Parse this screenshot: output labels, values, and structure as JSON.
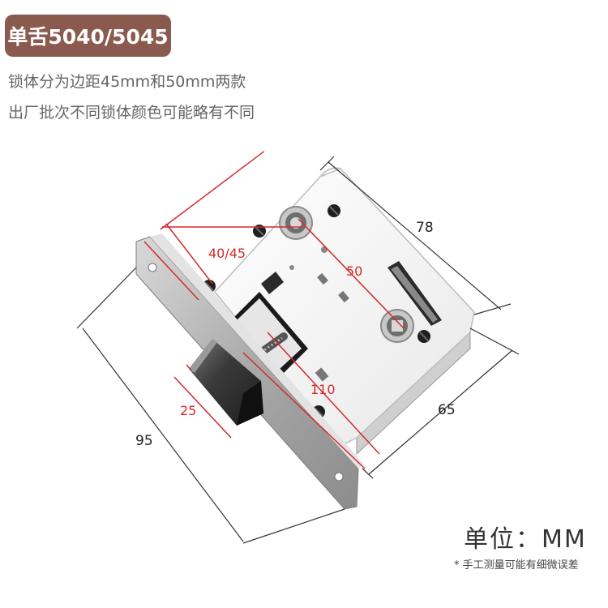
{
  "header": {
    "title": "单舌5040/5045"
  },
  "notes": {
    "line1": "锁体分为边距45mm和50mm两款",
    "line2": "出厂批次不同锁体颜色可能略有不同"
  },
  "dimensions": {
    "backset": "40/45",
    "center_distance": "50",
    "body_width": "78",
    "body_height": "65",
    "faceplate_length": "95",
    "latch_width": "25",
    "latch_height": "110"
  },
  "footer": {
    "unit": "单位：MM",
    "disclaimer": "* 手工测量可能有细微误差"
  },
  "colors": {
    "badge": "#8a5a4e",
    "dimension_red": "#d42a2a",
    "lock_body": "#f3f3f3",
    "faceplate": "#b8b8b8"
  }
}
